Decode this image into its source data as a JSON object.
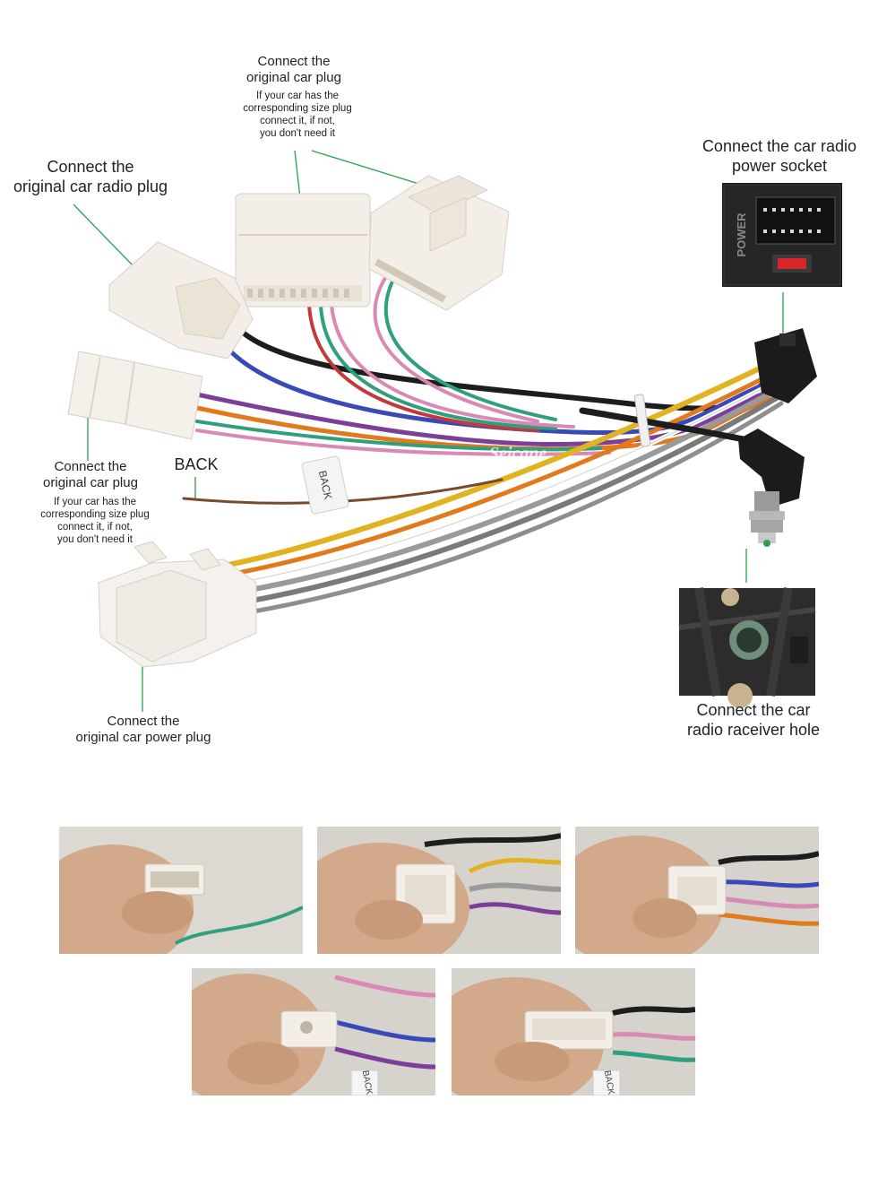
{
  "labels": {
    "top_plug_title": "Connect the\noriginal car plug",
    "top_plug_note": "If your car has the\ncorresponding size plug\nconnect it, if not,\nyou don't need it",
    "radio_plug": "Connect the\noriginal car radio plug",
    "power_socket": "Connect the car radio\npower socket",
    "left_plug_title": "Connect the\noriginal car plug",
    "left_plug_note": "If your car has the\ncorresponding size plug\nconnect it, if not,\nyou don't need it",
    "back_wire": "BACK",
    "back_tag": "BACK",
    "power_plug": "Connect the\noriginal car power plug",
    "antenna_hole": "Connect the  car\nradio raceiver hole",
    "socket_panel_text": "POWER",
    "watermark": "Seicane",
    "photo_back_tag": "BACK"
  },
  "colors": {
    "pointer_line": "#2e9e4f",
    "connector_white": "#f3efe8",
    "socket_black": "#1b1b1b",
    "fuse_red": "#d8262b"
  },
  "wire_colors": [
    "#1d1d1d",
    "#3a49b8",
    "#7b3f9a",
    "#e07a1c",
    "#e2b320",
    "#9a9a9a",
    "#d98ab4",
    "#2f9f7e",
    "#c23a3a",
    "#ffffff",
    "#7a4a2e"
  ]
}
